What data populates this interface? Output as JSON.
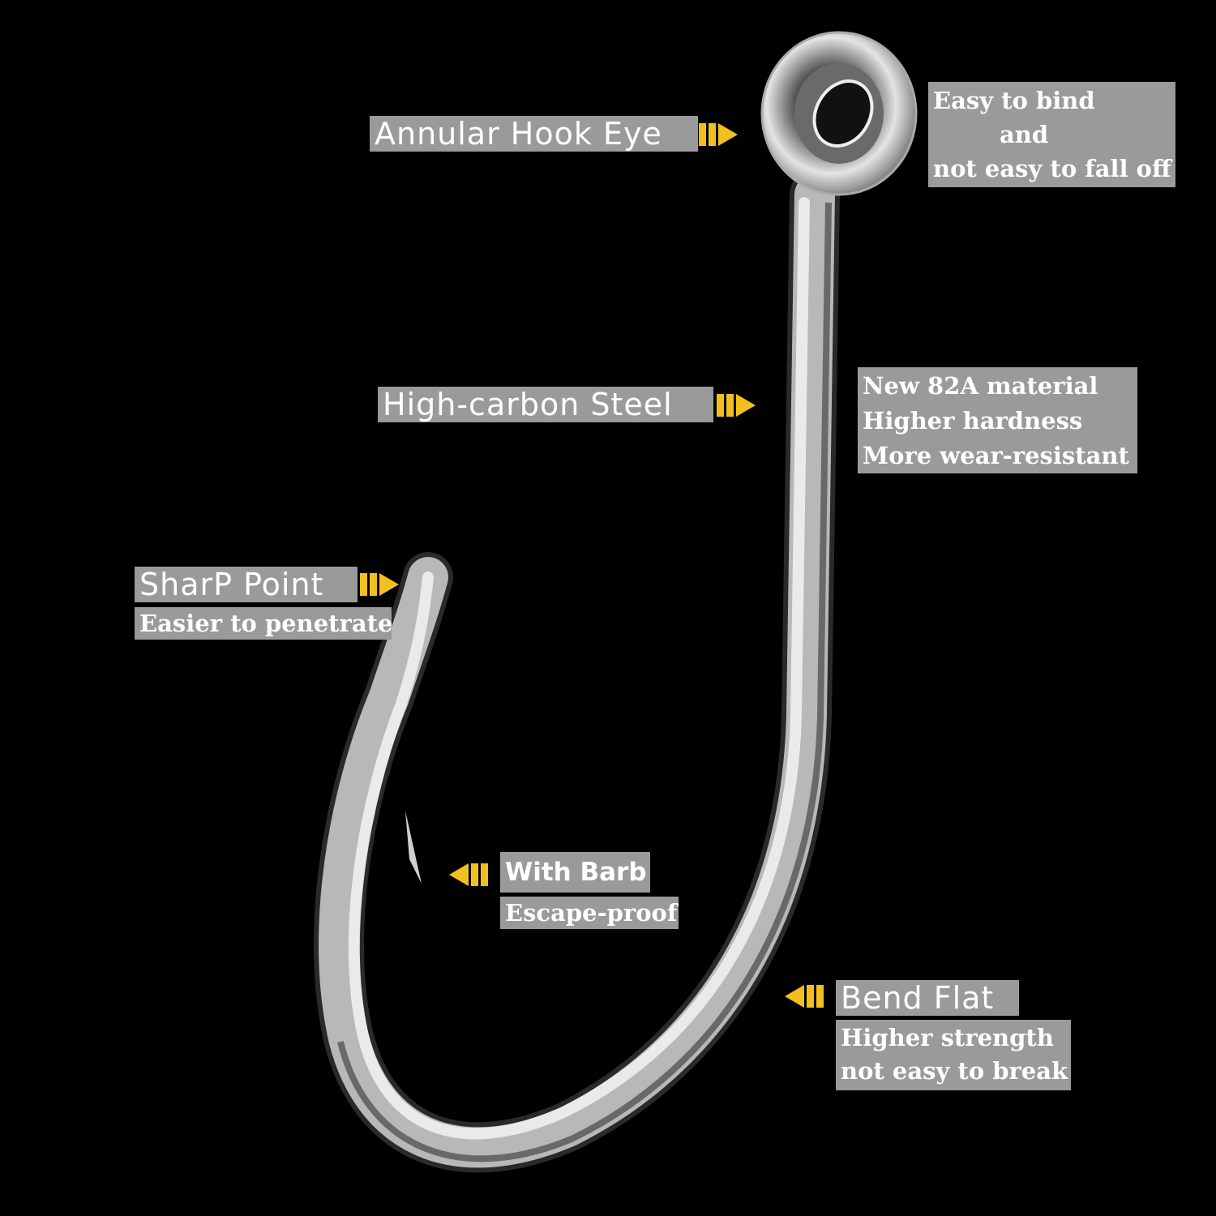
{
  "image": {
    "subject": "fishing hook",
    "background_color": "#000000",
    "label_bg_color": "#9a9a9a",
    "label_text_color": "#ffffff",
    "arrow_color": "#f2c01e"
  },
  "callouts": {
    "eye": {
      "title": "Annular Hook Eye",
      "arrow_direction": "right",
      "description": [
        "Easy to bind",
        "and",
        "not easy to fall off"
      ]
    },
    "steel": {
      "title": "High-carbon Steel",
      "arrow_direction": "right",
      "description": [
        "New 82A material",
        "Higher hardness",
        "More wear-resistant"
      ]
    },
    "point": {
      "title": "SharP Point",
      "arrow_direction": "right",
      "description": [
        "Easier to penetrate"
      ]
    },
    "barb": {
      "title": "With Barb",
      "arrow_direction": "left",
      "description": [
        "Escape-proof"
      ]
    },
    "bend": {
      "title": "Bend Flat",
      "arrow_direction": "left",
      "description": [
        "Higher strength",
        "not easy to break"
      ]
    }
  }
}
